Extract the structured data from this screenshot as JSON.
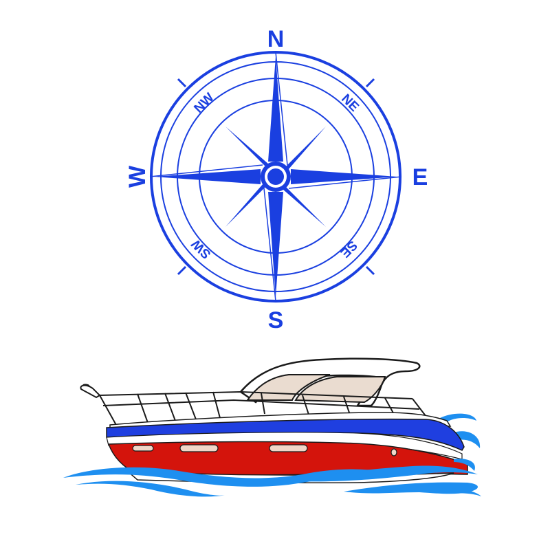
{
  "compass": {
    "color": "#1a3fe0",
    "cardinals": {
      "north": "N",
      "east": "E",
      "south": "S",
      "west": "W"
    },
    "intercardinals": {
      "northeast": "NE",
      "southeast": "SE",
      "southwest": "SW",
      "northwest": "NW"
    }
  },
  "boat": {
    "hull_color": "#d4140c",
    "stripe_color": "#1f3fe0",
    "canopy_color": "#eadcd0",
    "water_color": "#1e8ff0"
  }
}
